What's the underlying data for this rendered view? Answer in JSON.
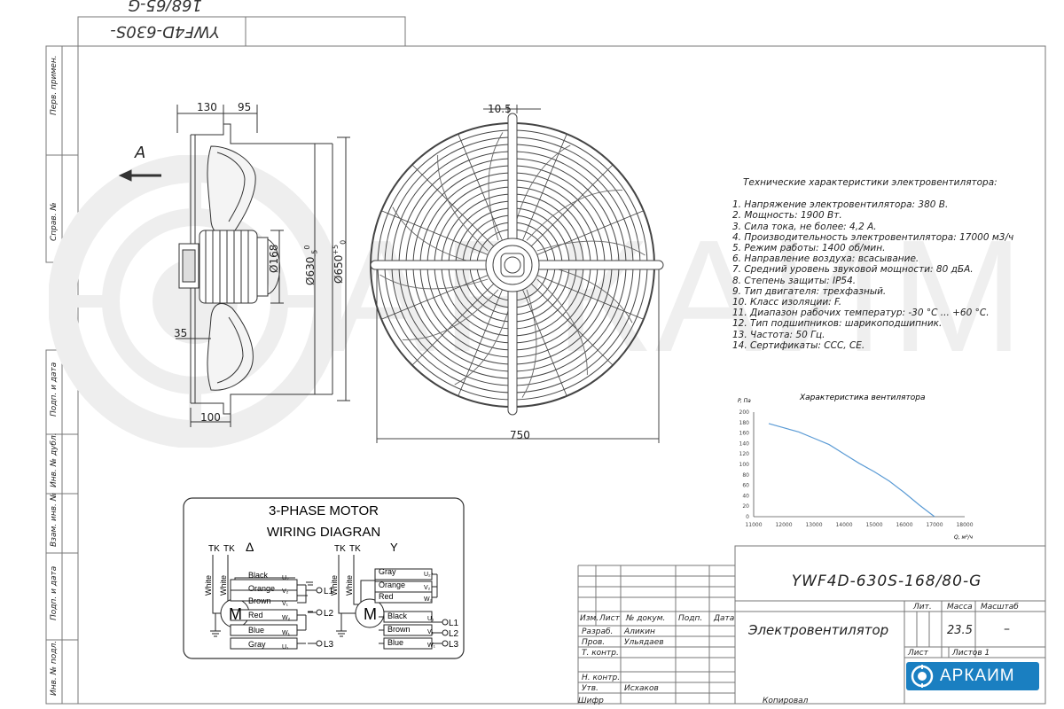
{
  "drawing_stamp": "YWF4D-630S-168/65-G",
  "side_labels": [
    "Перв. примен.",
    "Справ. №",
    "Подп. и дата",
    "Инв. № дубл.",
    "Взам. инв. №",
    "Подп. и дата",
    "Инв. № подл."
  ],
  "watermark": "АРКАИМ",
  "dimensions": {
    "d130": "130",
    "d95": "95",
    "d35": "35",
    "d100": "100",
    "d168": "Ø168",
    "d630": "Ø630",
    "d630_tol": "0",
    "d630_tol2": "-5",
    "d650": "Ø650",
    "d650_tol": "+5",
    "d650_tol2": "0",
    "d10_5": "10.5",
    "d750": "750",
    "view_a": "A"
  },
  "specs": {
    "title": "Технические характеристики электровентилятора:",
    "items": [
      "1. Напряжение электровентилятора: 380 В.",
      "2. Мощность: 1900 Вт.",
      "3. Сила тока, не более: 4,2 А.",
      "4. Производительность электровентилятора: 17000 м3/ч",
      "5. Режим работы: 1400 об/мин.",
      "6. Направление воздуха: всасывание.",
      "7. Средний уровень звуковой мощности: 80 дБА.",
      "8. Степень защиты: IP54.",
      "9. Тип двигателя: трехфазный.",
      "10. Класс изоляции: F.",
      "11. Диапазон рабочих температур: -30 °С ... +60 °С.",
      "12. Тип подшипников: шарикоподшипник.",
      "13. Частота: 50 Гц.",
      "14. Сертификаты: CCC, CE."
    ]
  },
  "chart_data": {
    "type": "line",
    "title": "Характеристика вентилятора",
    "xlabel": "Q, м³/ч",
    "ylabel": "P, Па",
    "xlim": [
      11000,
      18000
    ],
    "ylim": [
      0,
      200
    ],
    "x_ticks": [
      11000,
      12000,
      13000,
      14000,
      15000,
      16000,
      17000,
      18000
    ],
    "y_ticks": [
      0,
      20,
      40,
      60,
      80,
      100,
      120,
      140,
      160,
      180,
      200
    ],
    "series": [
      {
        "x": [
          11500,
          12000,
          12500,
          13000,
          13500,
          14000,
          14500,
          15000,
          15500,
          16000,
          16500,
          17000
        ],
        "y": [
          178,
          170,
          162,
          150,
          138,
          120,
          102,
          86,
          68,
          46,
          22,
          0
        ],
        "color": "#5b9bd5"
      }
    ],
    "grid": false
  },
  "wiring": {
    "title1": "3-PHASE MOTOR",
    "title2": "WIRING DIAGRAN",
    "tk": "TK",
    "delta": "Δ",
    "star": "Y",
    "motor": "M",
    "white": "White",
    "delta_wires": [
      {
        "color": "Black",
        "term": "U₂"
      },
      {
        "color": "Orange",
        "term": "V₂"
      },
      {
        "color": "Brown",
        "term": "V₁"
      },
      {
        "color": "Red",
        "term": "W₂"
      },
      {
        "color": "Blue",
        "term": "W₁"
      },
      {
        "color": "Gray",
        "term": "U₁"
      }
    ],
    "star_wires": [
      {
        "color": "Gray",
        "term": "U₂"
      },
      {
        "color": "Orange",
        "term": "V₂"
      },
      {
        "color": "Red",
        "term": "W₂"
      },
      {
        "color": "Black",
        "term": "U₁"
      },
      {
        "color": "Brown",
        "term": "V₁"
      },
      {
        "color": "Blue",
        "term": "W₁"
      }
    ],
    "lines": [
      "L1",
      "L2",
      "L3"
    ]
  },
  "title_block": {
    "designation": "YWF4D-630S-168/80-G",
    "name": "Электровентилятор",
    "h_izm": "Изм.",
    "h_list": "Лист",
    "h_doc": "№ докум.",
    "h_podp": "Подп.",
    "h_date": "Дата",
    "razrab": "Разраб.",
    "razrab_name": "Аликин",
    "prov": "Пров.",
    "prov_name": "Ульядаев",
    "tkontr": "Т. контр.",
    "nkontr": "Н. контр.",
    "utv": "Утв.",
    "utv_name": "Исхаков",
    "lit": "Лит.",
    "massa": "Масса",
    "masshtab": "Масштаб",
    "massa_val": "23.5",
    "masshtab_val": "–",
    "list": "Лист",
    "listov": "Листов 1",
    "logo": "АРКАИМ",
    "shifr": "Шифр",
    "kopiroval": "Копировал"
  }
}
